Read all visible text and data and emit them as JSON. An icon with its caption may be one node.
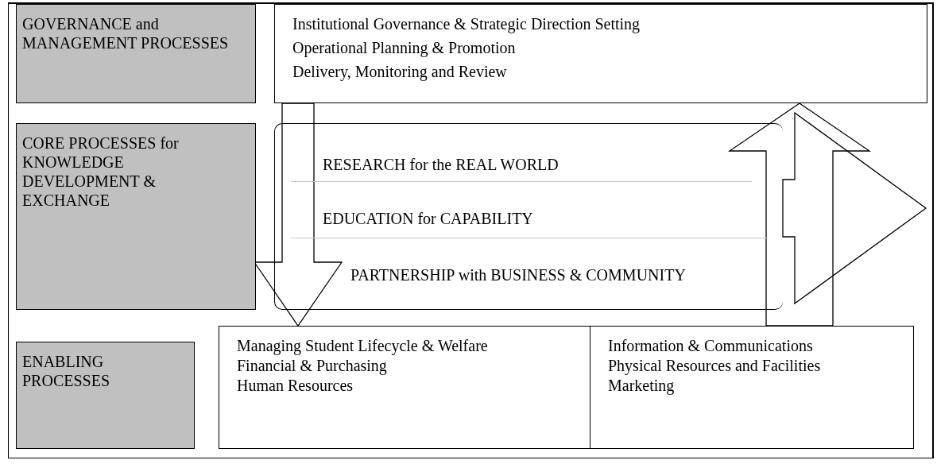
{
  "diagram": {
    "nodes": [
      {
        "text": [
          "GOVERNANCE and MANAGEMENT PROCESSES"
        ]
      },
      {
        "text": [
          "Institutional Governance & Strategic Direction Setting",
          "Operational Planning & Promotion",
          "Delivery, Monitoring and Review"
        ]
      },
      {
        "text": [
          "CORE PROCESSES for KNOWLEDGE DEVELOPMENT & EXCHANGE"
        ]
      },
      {
        "text": [],
        "shape": "box"
      },
      {
        "text": [
          "RESEARCH for the REAL WORLD"
        ],
        "in": 3
      },
      {
        "text": [
          "EDUCATION for CAPABILITY"
        ],
        "in": 3
      },
      {
        "text": [
          "PARTNERSHIP with BUSINESS & COMMUNITY"
        ],
        "in": 3
      },
      {
        "text": [
          "ENABLING PROCESSES"
        ]
      },
      {
        "text": [
          "Managing Student Lifecycle & Welfare",
          "Financial & Purchasing",
          "Human Resources"
        ]
      },
      {
        "text": [
          "Information & Communications",
          "Physical Resources and Facilities",
          "Marketing"
        ]
      }
    ],
    "edges": [
      {
        "from": 1,
        "to": 8,
        "arrow": "to"
      },
      {
        "from": 9,
        "to": 1,
        "arrow": "to"
      },
      {
        "from": 3,
        "to": null,
        "arrow": "to"
      }
    ]
  }
}
